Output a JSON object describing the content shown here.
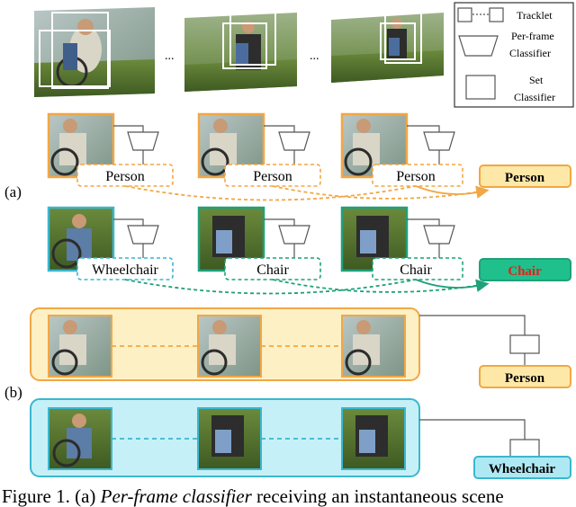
{
  "legend": {
    "tracklet": "Tracklet",
    "per_frame_classifier": [
      "Per-frame",
      "Classifier"
    ],
    "set_classifier": [
      "Set",
      "Classifier"
    ]
  },
  "ellipsis": "...",
  "part_a_label": "(a)",
  "part_b_label": "(b)",
  "row_person": {
    "frame_labels": [
      "Person",
      "Person",
      "Person"
    ],
    "result": "Person"
  },
  "row_chair": {
    "frame_labels": [
      "Wheelchair",
      "Chair",
      "Chair"
    ],
    "result": "Chair"
  },
  "set_person_result": "Person",
  "set_wheelchair_result": "Wheelchair",
  "caption": {
    "prefix": "Figure 1. (a) ",
    "italic": "Per-frame classifier",
    "suffix": " receiving an instantaneous scene"
  },
  "colors": {
    "orange": "#f2a744",
    "orange_fill": "#fde8a8",
    "orange_band": "#fdf0c4",
    "green": "#1fa17a",
    "green_fill": "#1fc08c",
    "red_text": "#e5201b",
    "cyan": "#3ab7cf",
    "cyan_fill": "#aee9f3",
    "cyan_band": "#c6f0f7",
    "gray": "#555555"
  }
}
